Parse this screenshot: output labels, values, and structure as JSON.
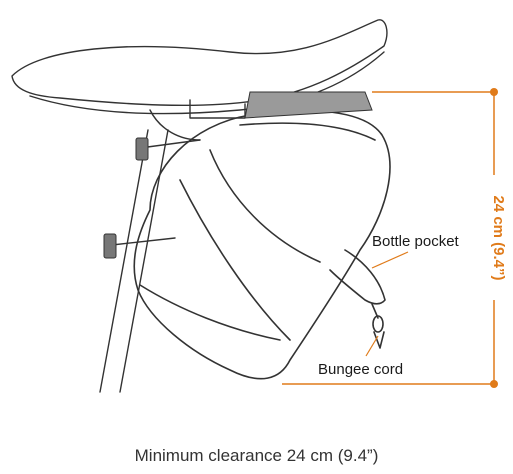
{
  "labels": {
    "bottle_pocket": "Bottle pocket",
    "bungee_cord": "Bungee cord",
    "dimension": "24 cm (9.4”)"
  },
  "caption": "Minimum clearance 24 cm (9.4”)",
  "colors": {
    "accent": "#e07b1a",
    "outline": "#333333",
    "strap": "#9a9a9a",
    "text": "#1a1a1a"
  }
}
